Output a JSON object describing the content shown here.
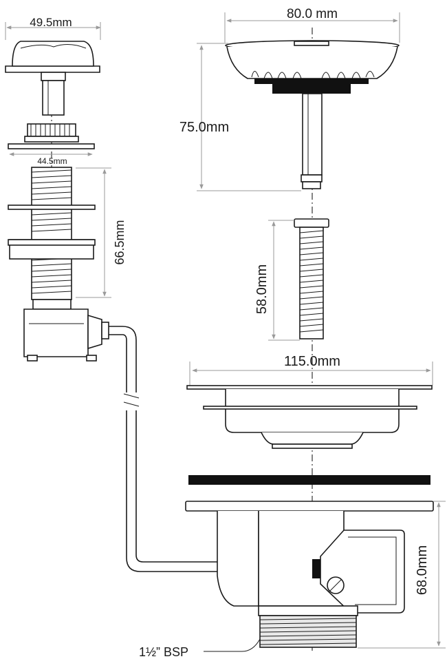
{
  "dimensions": {
    "knob_width": "49.5mm",
    "flange_width": "44.5mm",
    "spindle_length": "66.5mm",
    "basket_diameter": "80.0 mm",
    "basket_height": "75.0mm",
    "screw_length": "58.0mm",
    "body_flange_diameter": "115.0mm",
    "body_height": "68.0mm",
    "thread_spec": "1½” BSP"
  },
  "colors": {
    "line": "#1a1a1a",
    "dimension_line": "#9a9a9a",
    "seal": "#111111"
  }
}
